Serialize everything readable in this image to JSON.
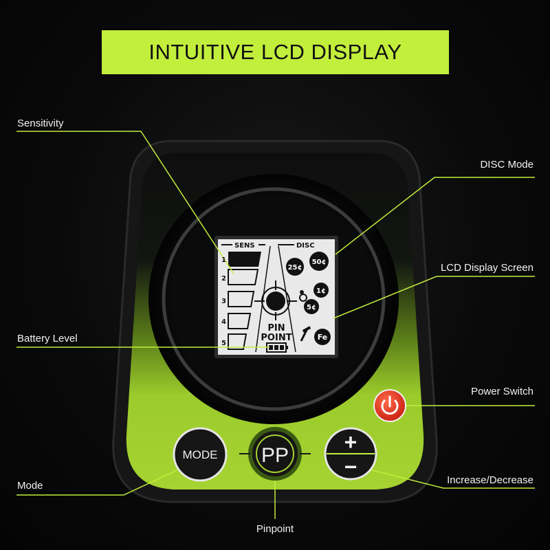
{
  "title": "INTUITIVE LCD DISPLAY",
  "callouts": {
    "sensitivity": "Sensitivity",
    "disc_mode": "DISC Mode",
    "lcd_screen": "LCD Display Screen",
    "battery_level": "Battery Level",
    "power_switch": "Power Switch",
    "mode": "Mode",
    "increase_decrease": "Increase/Decrease",
    "pinpoint": "Pinpoint"
  },
  "lcd": {
    "sens_label": "SENS",
    "disc_label": "DISC",
    "levels": [
      "1",
      "2",
      "3",
      "4",
      "5"
    ],
    "pin_label": "PIN",
    "point_label": "POINT",
    "coins": {
      "quarter": "25¢",
      "half": "50¢",
      "penny": "1¢",
      "nickel": "5¢",
      "iron": "Fe"
    }
  },
  "buttons": {
    "mode": "MODE",
    "pinpoint": "PP",
    "plus": "+",
    "minus": "−"
  },
  "colors": {
    "accent": "#c2ee3c",
    "device_green": "#9ccc2a",
    "power": "#e8321e",
    "background": "#060606"
  },
  "icons": [
    "power-icon",
    "pinpoint-crosshair-icon",
    "battery-icon",
    "ring-icon",
    "screw-icon"
  ]
}
